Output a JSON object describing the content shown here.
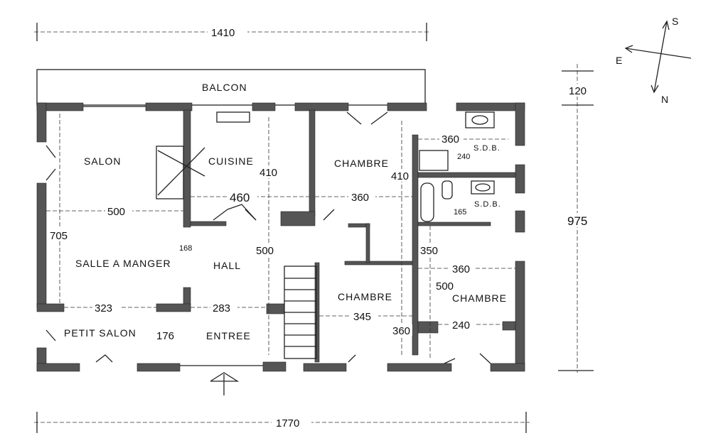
{
  "title_dims": {
    "top": "1410",
    "bottom": "1770",
    "balcony_depth": "120",
    "depth": "975"
  },
  "compass": {
    "east": "E",
    "south": "S",
    "north": "N"
  },
  "rooms": {
    "balcon": "BALCON",
    "salon": "SALON",
    "cuisine": "CUISINE",
    "chambre_1": "CHAMBRE",
    "sdb_1": "S.D.B.",
    "sdb_2": "S.D.B.",
    "salle_a_manger": "SALLE A MANGER",
    "hall": "HALL",
    "chambre_2": "CHAMBRE",
    "chambre_3": "CHAMBRE",
    "petit_salon": "PETIT SALON",
    "entree": "ENTREE"
  },
  "dimensions": {
    "cuisine_depth": "410",
    "cuisine_width": "460",
    "salon_width": "500",
    "salon_depth": "705",
    "pillar": "168",
    "hall_depth": "500",
    "sam_width": "323",
    "hall_width": "283",
    "petit_salon_depth": "176",
    "chambre1_depth": "410",
    "chambre1_width": "360",
    "sdb1_width": "360",
    "sdb1_depth": "240",
    "sdb2_depth": "165",
    "corridor": "350",
    "chambre3_width": "360",
    "chambre3_depth": "500",
    "chambre2_width": "345",
    "chambre2_depth": "360",
    "chambre3_inner": "240"
  }
}
